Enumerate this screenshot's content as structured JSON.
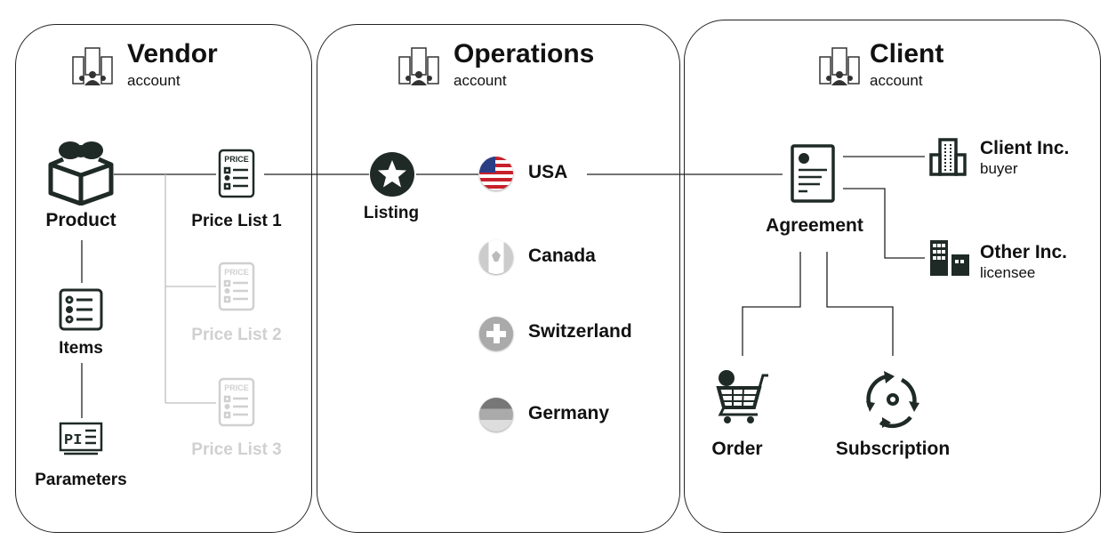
{
  "vendor": {
    "title": "Vendor",
    "subtitle": "account",
    "product": "Product",
    "items": "Items",
    "parameters": "Parameters",
    "price_lists": [
      "Price List 1",
      "Price List 2",
      "Price List 3"
    ],
    "price_icon_text": "PRICE"
  },
  "operations": {
    "title": "Operations",
    "subtitle": "account",
    "listing": "Listing",
    "markets": [
      "USA",
      "Canada",
      "Switzerland",
      "Germany"
    ]
  },
  "client": {
    "title": "Client",
    "subtitle": "account",
    "agreement": "Agreement",
    "buyer": {
      "name": "Client Inc.",
      "role": "buyer"
    },
    "licensee": {
      "name": "Other Inc.",
      "role": "licensee"
    },
    "order": "Order",
    "subscription": "Subscription"
  },
  "colors": {
    "icon": "#1f2a27",
    "faded": "#d0d0d0",
    "line": "#222222",
    "branch": "#bdbdbd"
  }
}
